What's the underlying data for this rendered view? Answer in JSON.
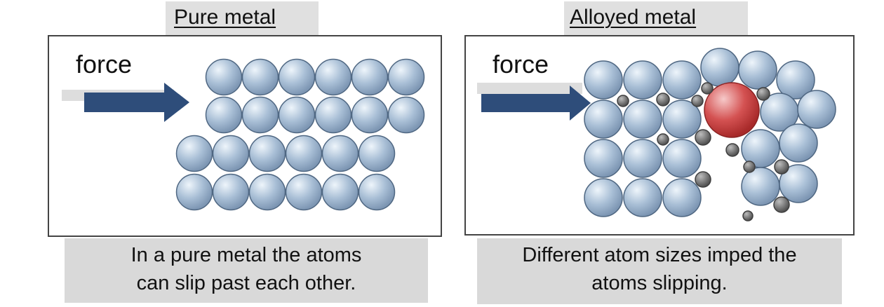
{
  "pure": {
    "title": "Pure metal",
    "force_label": "force",
    "caption_line1": "In a pure metal the atoms",
    "caption_line2": "can slip past each other."
  },
  "alloy": {
    "title": "Alloyed metal",
    "force_label": "force",
    "caption_line1": "Different atom sizes imped the",
    "caption_line2": "atoms slipping."
  },
  "colors": {
    "arrow": "#2e4d7a",
    "atom_base": "#8fa9c4",
    "atom_light": "#e7f0f8",
    "impurity_atom": "#c23a3a",
    "small_atom": "#6f6f6f",
    "caption_background": "#d9d9d9"
  }
}
